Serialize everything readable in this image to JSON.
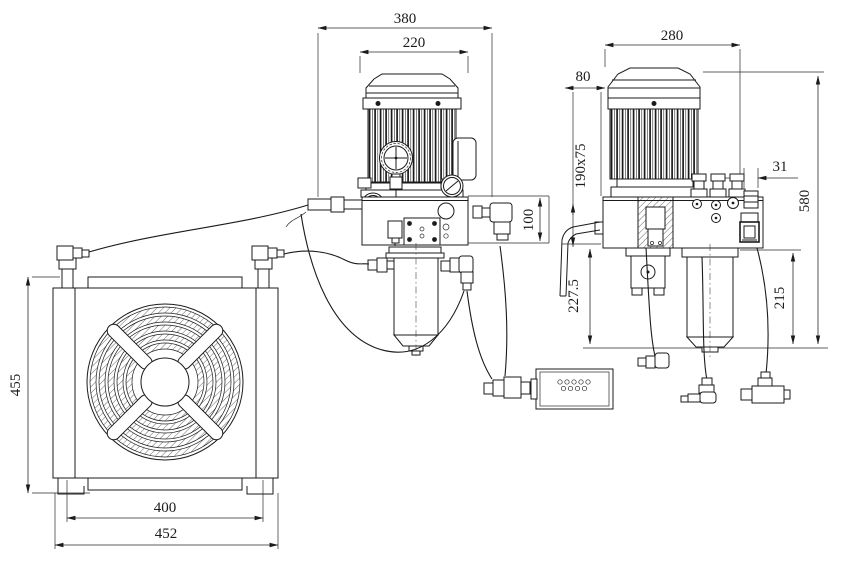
{
  "views": {
    "front": {
      "dim_overall_width": "380",
      "dim_motor_width": "220",
      "dim_outlet_height": "100"
    },
    "side": {
      "dim_overall_width": "280",
      "dim_rear_offset": "80",
      "dim_mount_slot": "190x75",
      "dim_port_width": "31",
      "dim_overall_height": "580",
      "dim_tank_bottom_height": "227.5",
      "dim_filter_height": "215"
    },
    "cooler": {
      "dim_height": "455",
      "dim_foot_span": "400",
      "dim_overall_width": "452"
    }
  }
}
